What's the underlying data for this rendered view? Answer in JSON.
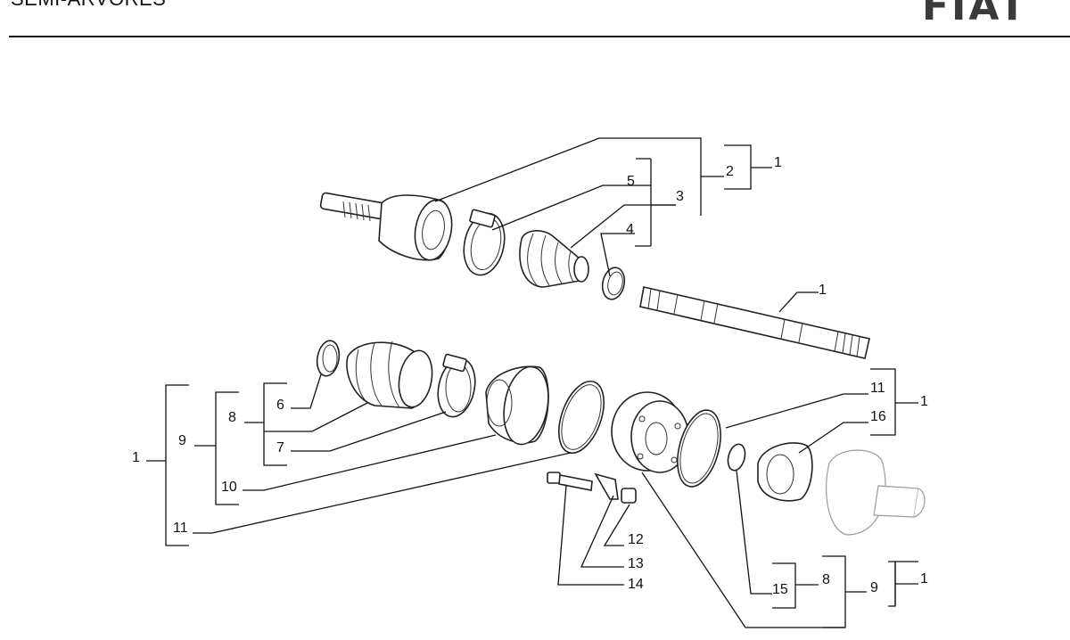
{
  "header": {
    "title": "SEMI-ÁRVORES",
    "brand": "FIAT"
  },
  "callouts": {
    "top_cv_joint": "2",
    "top_group_1": "1",
    "top_boot_kit": "3",
    "top_clamp_large": "5",
    "top_clamp_small": "4",
    "shaft": "1",
    "left_group_1": "1",
    "left_group_9": "9",
    "left_group_8": "8",
    "left_clamp_small": "6",
    "left_boot": "7",
    "left_housing": "10",
    "left_oring": "11",
    "right_oring": "11",
    "right_group_1": "1",
    "right_cap": "16",
    "bolt_12": "12",
    "washer_13": "13",
    "bolt_14": "14",
    "circlip_15": "15",
    "bottom_group_8": "8",
    "bottom_group_9": "9",
    "bottom_group_1": "1"
  }
}
